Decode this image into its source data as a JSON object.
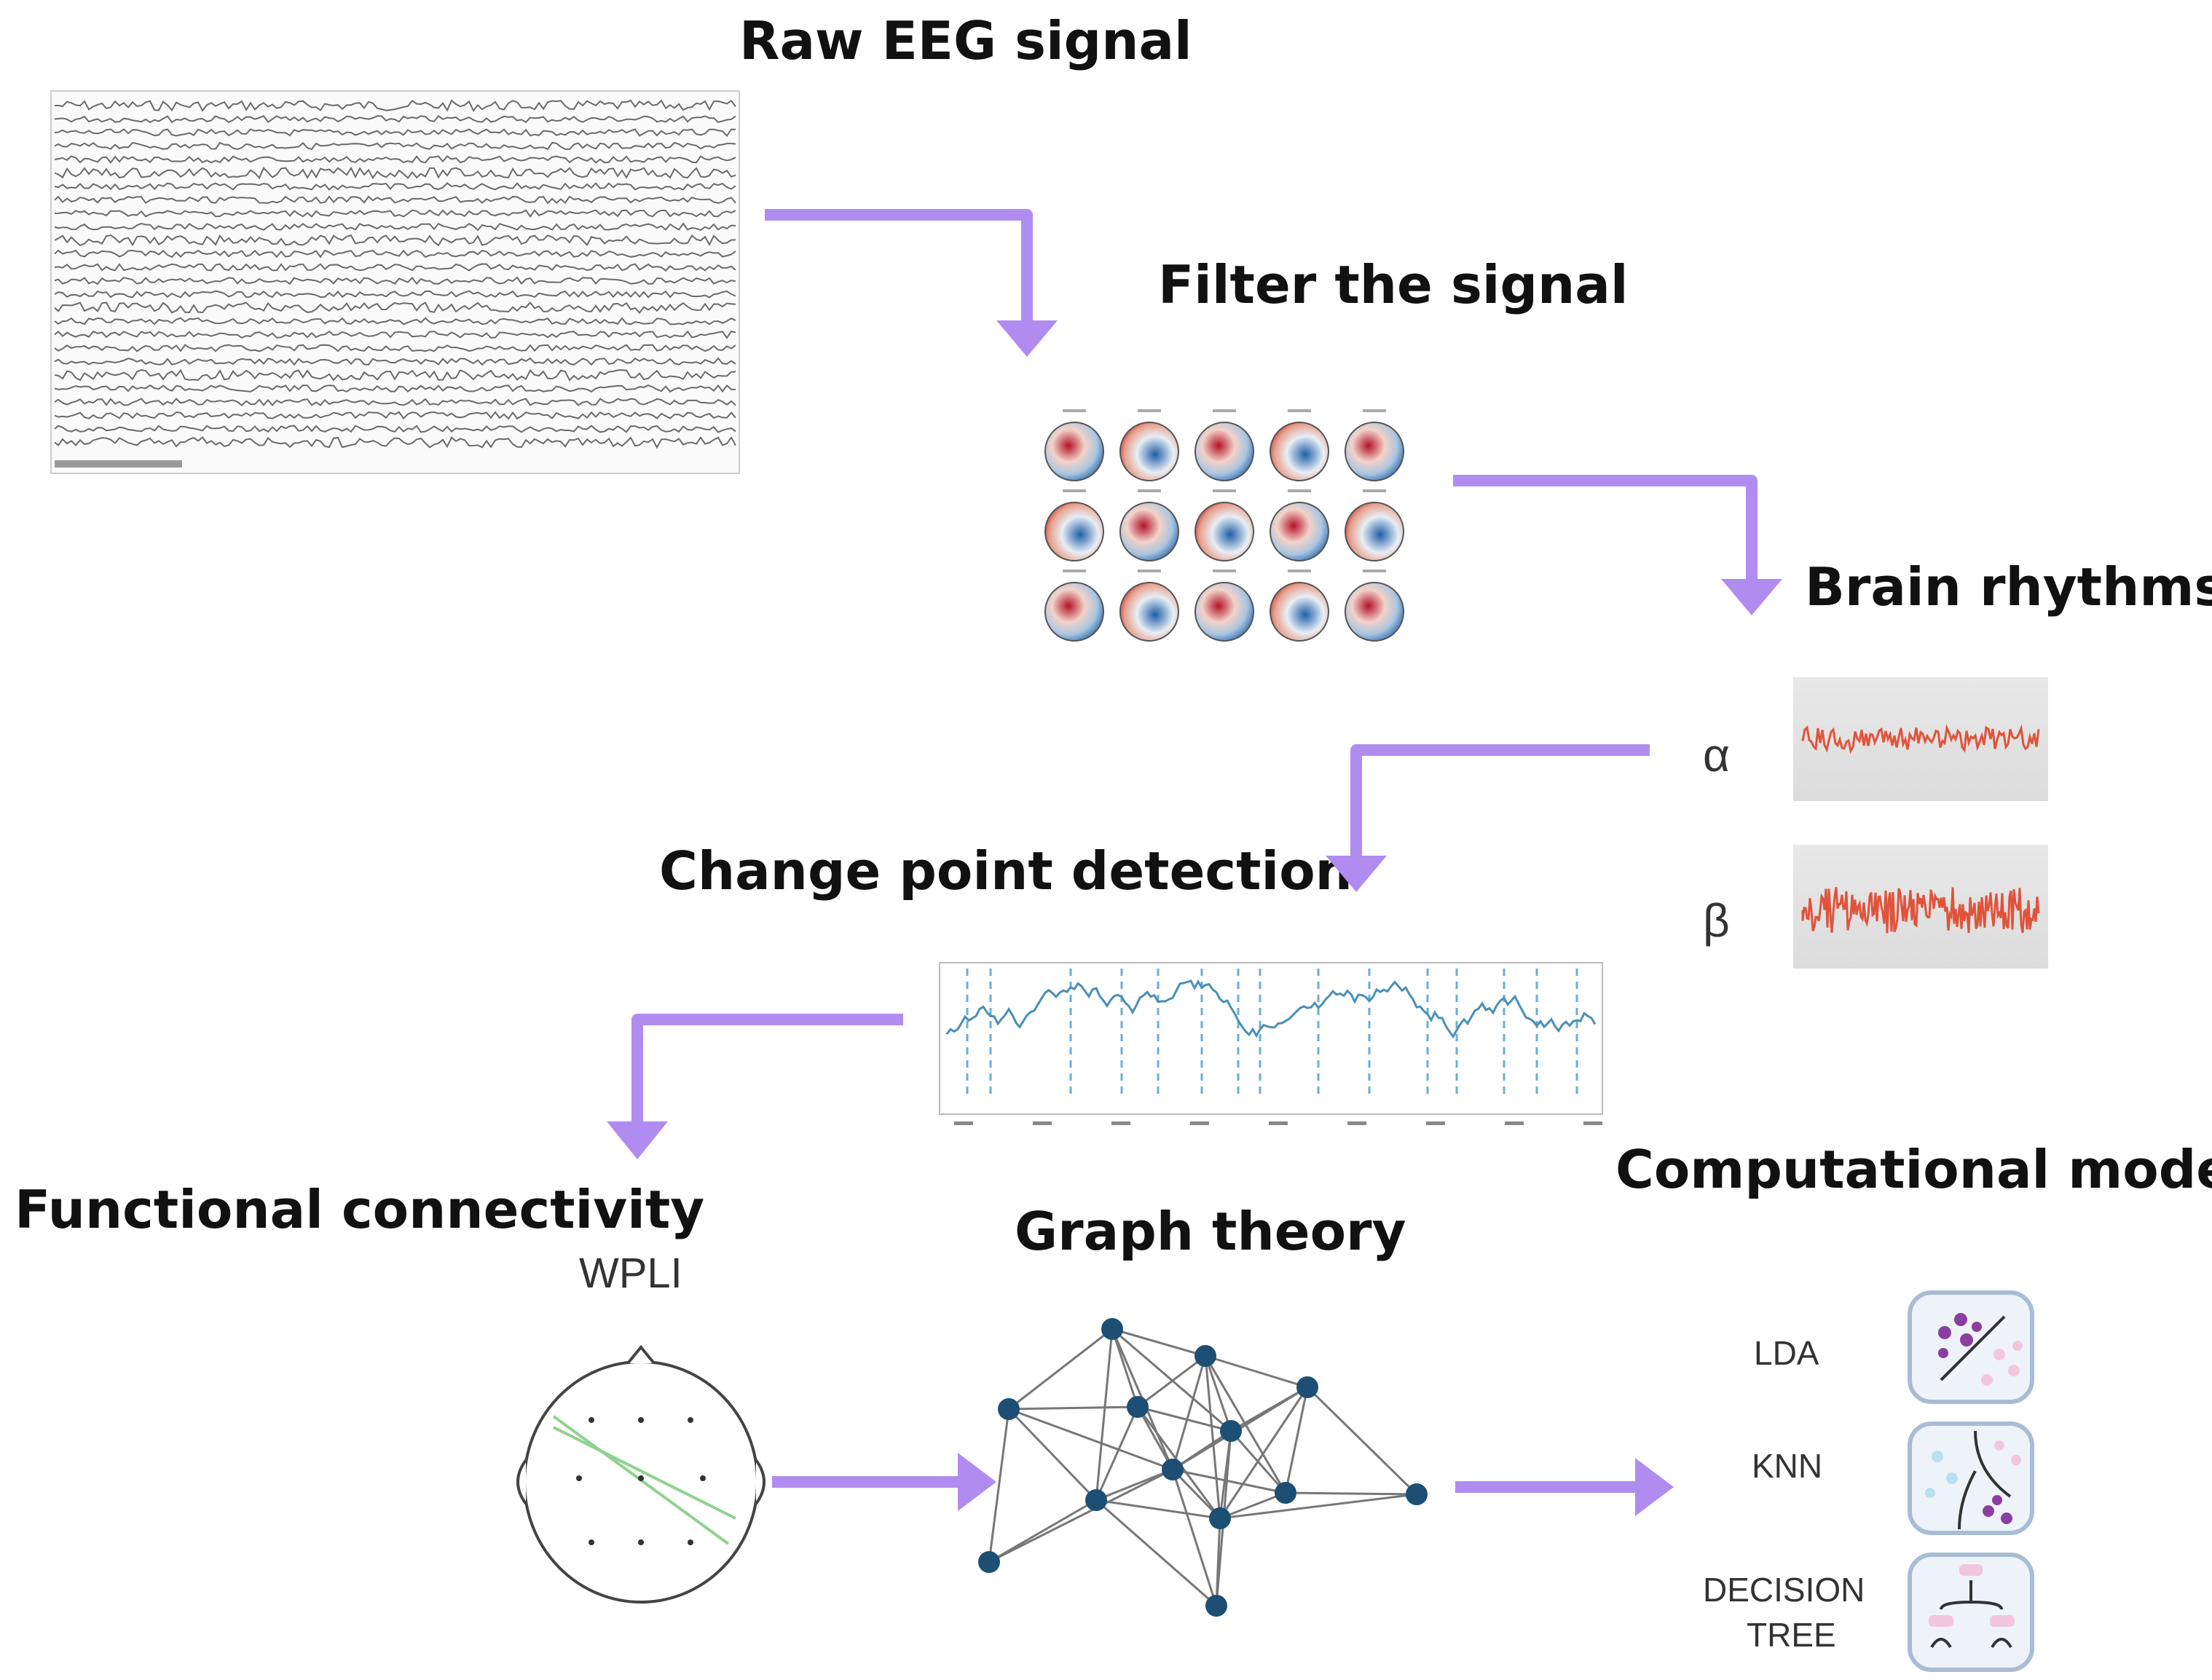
{
  "titles": {
    "raw": "Raw EEG signal",
    "filter": "Filter the signal",
    "rhythms": "Brain rhythms",
    "change": "Change point detection",
    "connectivity": "Functional connectivity",
    "graph": "Graph theory",
    "model": "Computational model"
  },
  "labels": {
    "wpli": "WPLI",
    "alpha": "α",
    "beta": "β"
  },
  "models": {
    "lda": "LDA",
    "knn": "KNN",
    "tree_line1": "DECISION",
    "tree_line2": "TREE"
  },
  "colors": {
    "arrow": "#b18cf0",
    "node": "#1c4f73",
    "rhythm": "#e0533a",
    "eeg": "#555555"
  }
}
